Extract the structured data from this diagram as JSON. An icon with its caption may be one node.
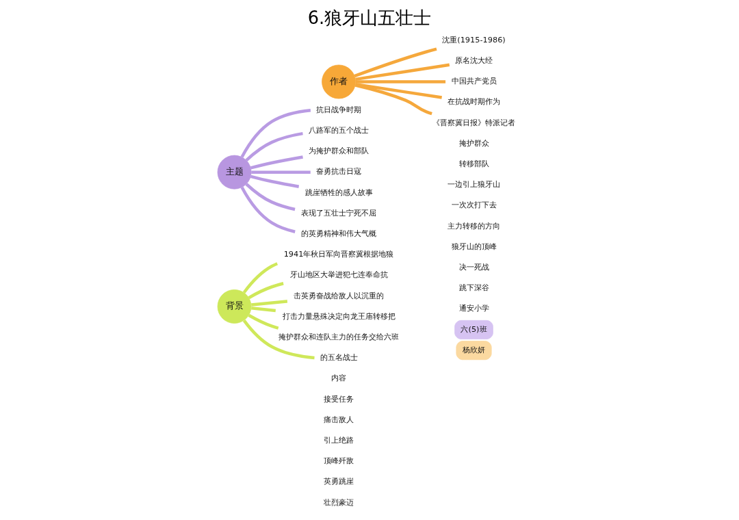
{
  "diagram": {
    "title": "6.狼牙山五壮士",
    "nodes": [
      {
        "text": [
          "主题"
        ]
      },
      {
        "text": [
          "抗日战争时期"
        ]
      },
      {
        "text": [
          "八路军的五个战士"
        ]
      },
      {
        "text": [
          "为掩护群众和部队"
        ]
      },
      {
        "text": [
          "奋勇抗击日寇"
        ]
      },
      {
        "text": [
          "跳崖牺牲的感人故事"
        ]
      },
      {
        "text": [
          "表现了五壮士宁死不屈"
        ]
      },
      {
        "text": [
          "的英勇精神和伟大气概"
        ]
      },
      {
        "text": [
          "作者"
        ]
      },
      {
        "text": [
          "沈重(1915-1986)"
        ]
      },
      {
        "text": [
          "原名沈大经"
        ]
      },
      {
        "text": [
          "中国共产党员"
        ]
      },
      {
        "text": [
          "在抗战时期作为"
        ]
      },
      {
        "text": [
          "《晋察冀日报》特派记者"
        ]
      },
      {
        "text": [
          "背景"
        ]
      },
      {
        "text": [
          "1941年秋日军向晋察冀根据地狼"
        ]
      },
      {
        "text": [
          "牙山地区大举进犯七连奉命抗"
        ]
      },
      {
        "text": [
          "击英勇奋战给敌人以沉重的"
        ]
      },
      {
        "text": [
          "打击力量悬殊决定向龙王庙转移把"
        ]
      },
      {
        "text": [
          "掩护群众和连队主力的任务交给六班"
        ]
      },
      {
        "text": [
          "的五名战士"
        ]
      },
      {
        "text": [
          "六(5)班"
        ]
      },
      {
        "text": [
          "杨欣妍"
        ]
      }
    ],
    "edges": [
      {
        "from": 0,
        "to": 1,
        "arrow": "none"
      },
      {
        "from": 0,
        "to": 2,
        "arrow": "none"
      },
      {
        "from": 0,
        "to": 3,
        "arrow": "none"
      },
      {
        "from": 0,
        "to": 4,
        "arrow": "none"
      },
      {
        "from": 0,
        "to": 5,
        "arrow": "none"
      },
      {
        "from": 0,
        "to": 6,
        "arrow": "none"
      },
      {
        "from": 0,
        "to": 7,
        "arrow": "none"
      },
      {
        "from": 8,
        "to": 9,
        "arrow": "none",
        "color": "#f5a83c"
      },
      {
        "from": 8,
        "to": 10,
        "arrow": "none",
        "color": "#f5a83c"
      },
      {
        "from": 8,
        "to": 11,
        "arrow": "none",
        "color": "#f5a83c"
      },
      {
        "from": 8,
        "to": 12,
        "arrow": "none",
        "color": "#f5a83c"
      },
      {
        "from": 8,
        "to": 13,
        "arrow": "none",
        "color": "#f5a83c"
      },
      {
        "from": 14,
        "to": 15,
        "arrow": "none",
        "color": "#cfe85a"
      },
      {
        "from": 14,
        "to": 16,
        "arrow": "none",
        "color": "#cfe85a"
      },
      {
        "from": 14,
        "to": 17,
        "arrow": "none",
        "color": "#cfe85a"
      },
      {
        "from": 14,
        "to": 18,
        "arrow": "none",
        "color": "#cfe85a"
      },
      {
        "from": 14,
        "to": 19,
        "arrow": "none",
        "color": "#cfe85a"
      },
      {
        "from": 14,
        "to": 20,
        "arrow": "none",
        "color": "#cfe85a"
      }
    ],
    "labels": [
      "内容",
      "接受任务",
      "掩护群众",
      "转移部队",
      "痛击敌人",
      "一边引上狼牙山",
      "一次次打下去",
      "引上绝路",
      "主力转移的方向",
      "狼牙山的顶峰",
      "顶峰歼敌",
      "决一死战",
      "英勇跳崖",
      "跳下深谷",
      "壮烈豪迈",
      "通安小学"
    ]
  }
}
